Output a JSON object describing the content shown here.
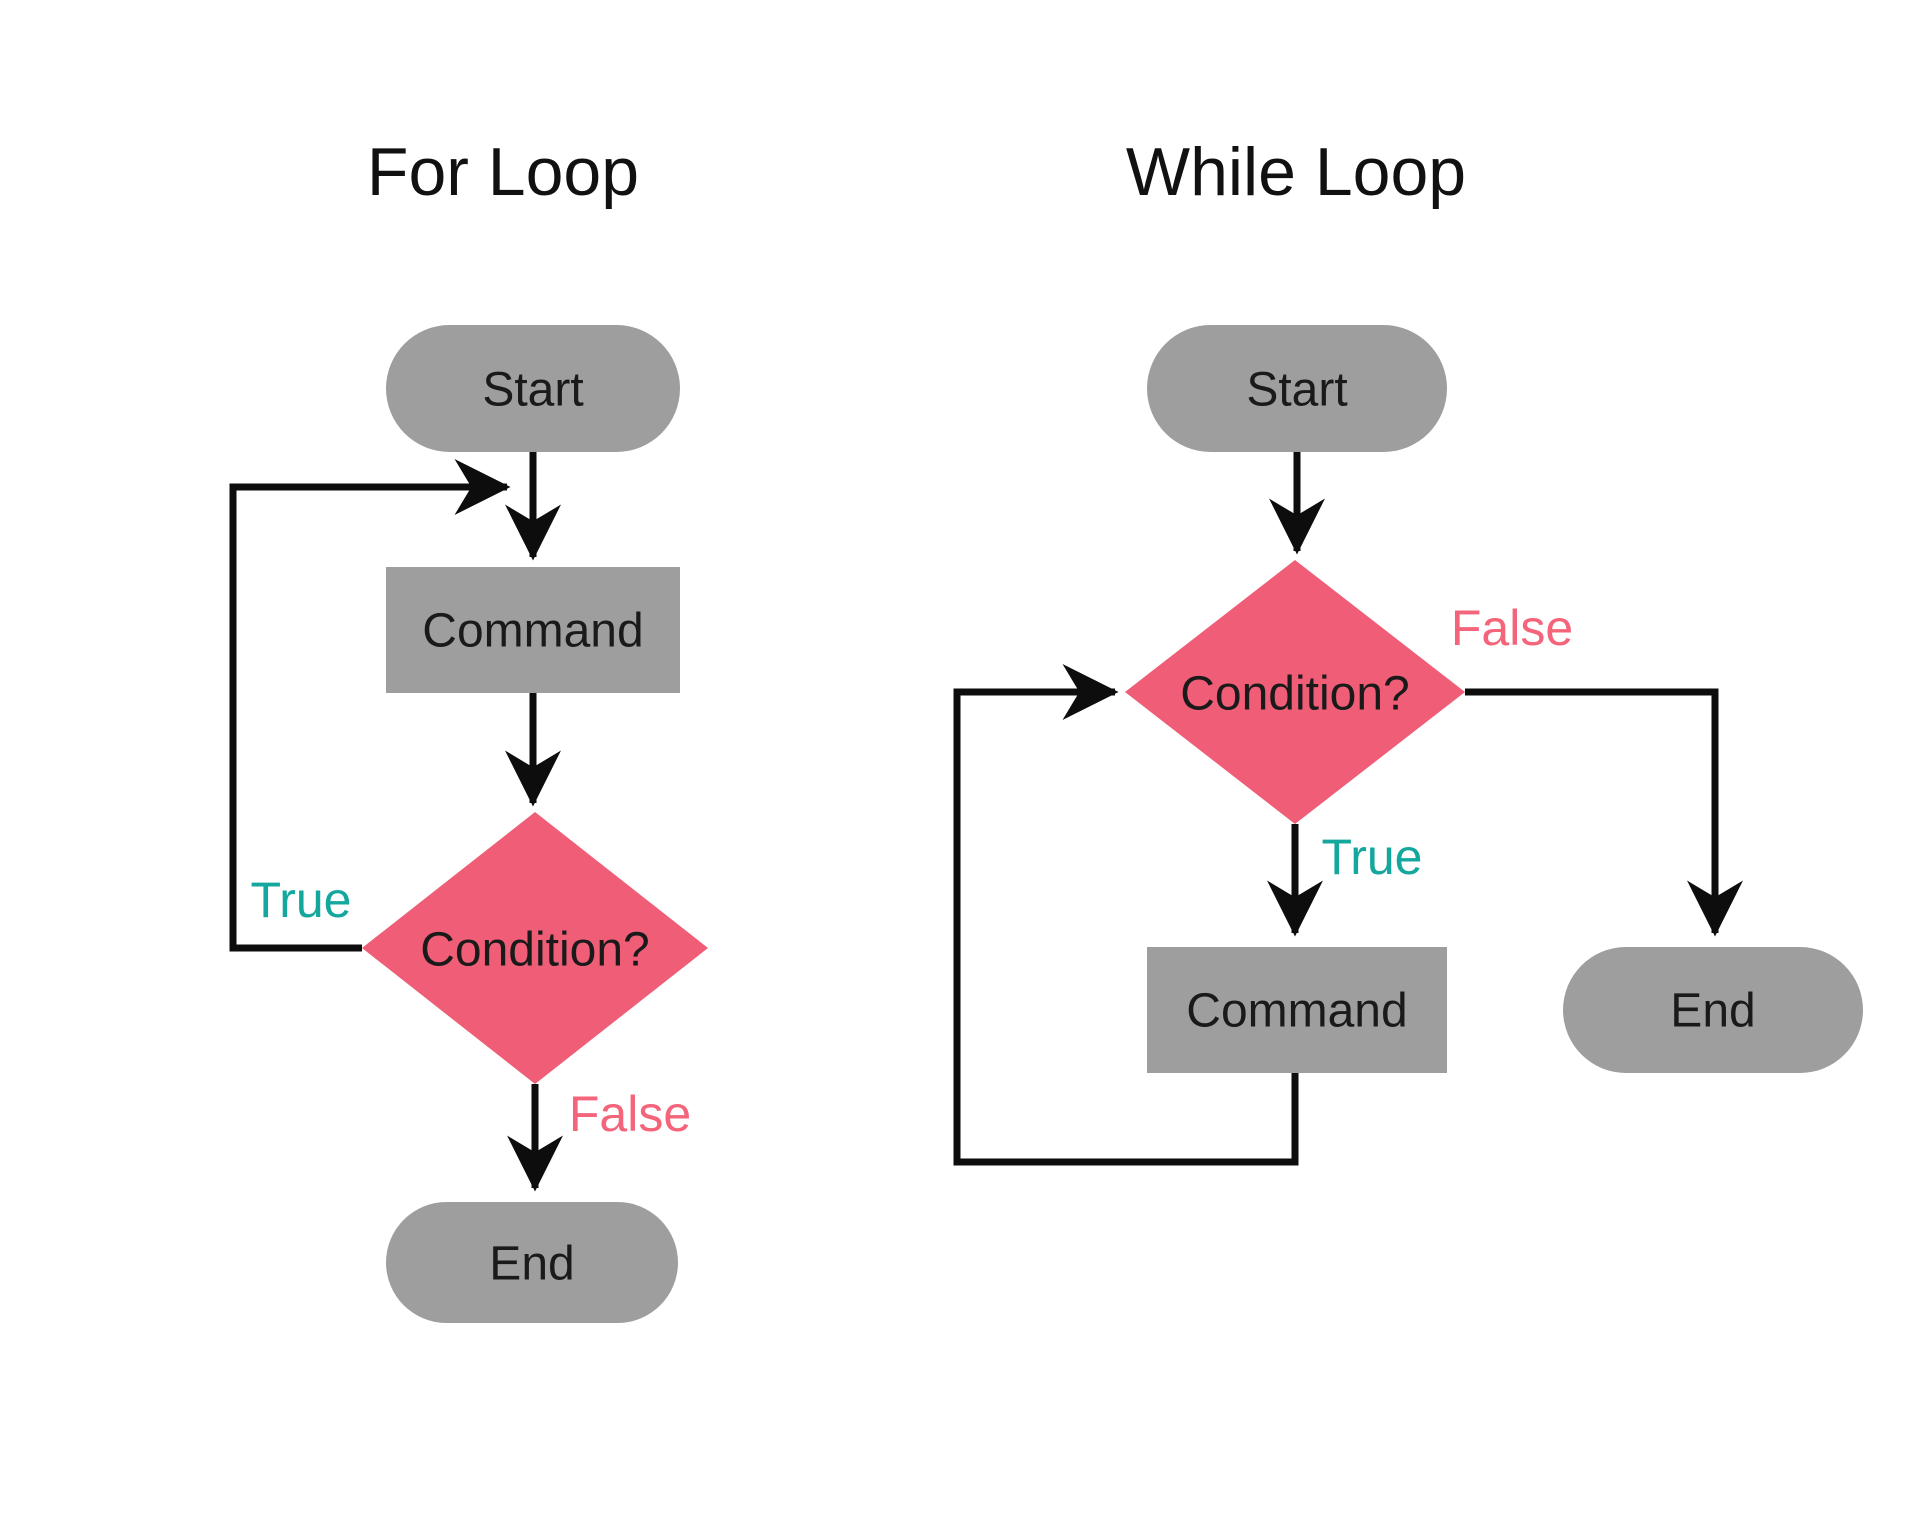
{
  "colors": {
    "background": "#FFFFFF",
    "node_gray": "#9E9E9E",
    "diamond_pink": "#F05D76",
    "false_label_pink": "#F4647A",
    "true_label_teal": "#14A79D",
    "arrow_black": "#0D0D0D",
    "text_dark": "#1A1A1A"
  },
  "for_loop": {
    "title": "For Loop",
    "start_label": "Start",
    "command_label": "Command",
    "condition_label": "Condition?",
    "end_label": "End",
    "true_label": "True",
    "false_label": "False"
  },
  "while_loop": {
    "title": "While Loop",
    "start_label": "Start",
    "command_label": "Command",
    "condition_label": "Condition?",
    "end_label": "End",
    "true_label": "True",
    "false_label": "False"
  },
  "diagram": {
    "type": "flowchart-comparison",
    "for_loop_flow": "Start -> Command -> Condition? ; True loops back to Command ; False -> End",
    "while_loop_flow": "Start -> Condition? ; True -> Command, which loops back to Condition? ; False -> End"
  }
}
